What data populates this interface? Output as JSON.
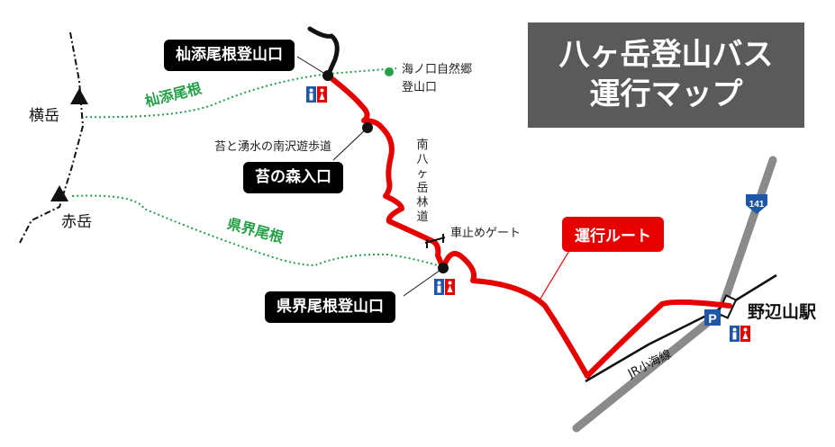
{
  "title": {
    "line1": "八ヶ岳登山バス",
    "line2": "運行マップ"
  },
  "route_legend": "運行ルート",
  "stops": {
    "somasone": "杣添尾根登山口",
    "kokenomori": "苔の森入口",
    "kenkai": "県界尾根登山口"
  },
  "places": {
    "uminokuchi": [
      "海ノ口自然郷",
      "登山口"
    ],
    "koke_trail": "苔と湧水の南沢遊歩道",
    "gate": "車止めゲート",
    "forest_road": "南八ヶ岳林道",
    "station": "野辺山駅",
    "railway": "JR小海線",
    "road_number": "141",
    "parking": "P"
  },
  "peaks": {
    "yokodake": "横岳",
    "akadake": "赤岳"
  },
  "ridges": {
    "somasone": "杣添尾根",
    "kenkai": "県界尾根"
  },
  "icons": [
    "toilet-icon",
    "parking-icon",
    "mountain-peak-icon",
    "route-shield-icon"
  ],
  "colors": {
    "route": "#e60000",
    "trail": "#25a048",
    "road": "#8a8a8a",
    "title_bg": "#5a5a5a"
  }
}
